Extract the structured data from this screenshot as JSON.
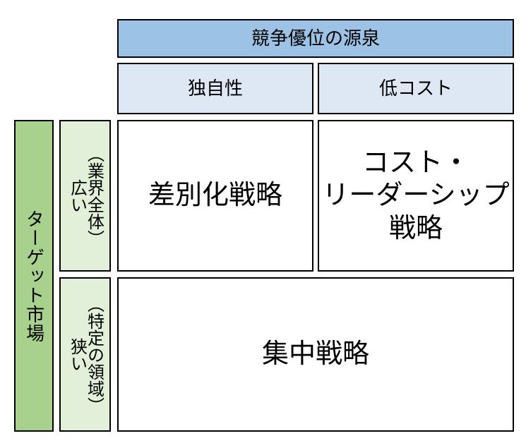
{
  "diagram": {
    "title": "競争優位の源泉",
    "axes": {
      "column_axis_label": "競争優位の源泉",
      "column_headers": [
        "独自性",
        "低コスト"
      ],
      "row_axis_label": "ターゲット市場",
      "row_headers": [
        {
          "scope": "広い",
          "detail": "（業界全体）"
        },
        {
          "scope": "狭い",
          "detail": "（特定の領域）"
        }
      ]
    },
    "cells": {
      "differentiation": "差別化戦略",
      "cost_leadership_line1": "コスト・",
      "cost_leadership_line2": "リーダーシップ",
      "cost_leadership_line3": "戦略",
      "focus": "集中戦略"
    }
  },
  "colors": {
    "header_main": "#9CC3E5",
    "header_sub": "#DEE8F5",
    "axis_main": "#A9D18E",
    "axis_sub": "#E2EFD9",
    "border": "#000000",
    "cell_background": "#FFFFFF",
    "text": "#000000"
  }
}
